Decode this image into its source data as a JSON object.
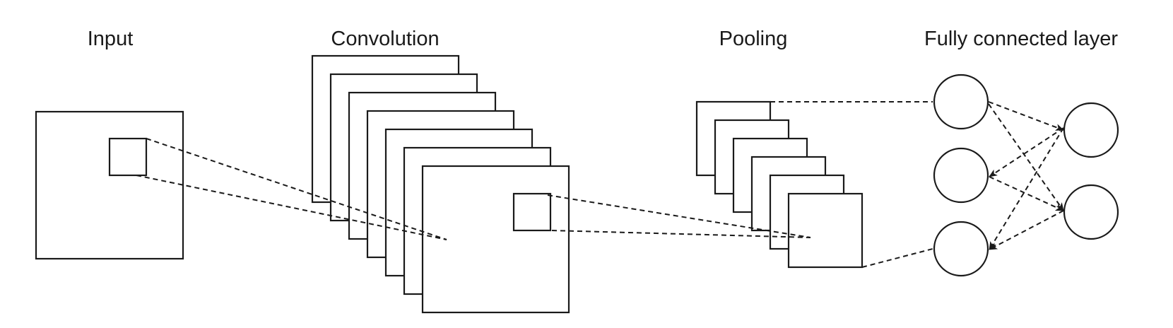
{
  "labels": {
    "input": "Input",
    "convolution": "Convolution",
    "pooling": "Pooling",
    "fully_connected": "Fully connected layer"
  },
  "colors": {
    "stroke": "#1a1a1a",
    "background": "#ffffff"
  },
  "stages": {
    "convolution_maps": 7,
    "pooling_maps": 6,
    "fc_input_nodes": 3,
    "fc_output_nodes": 2
  }
}
